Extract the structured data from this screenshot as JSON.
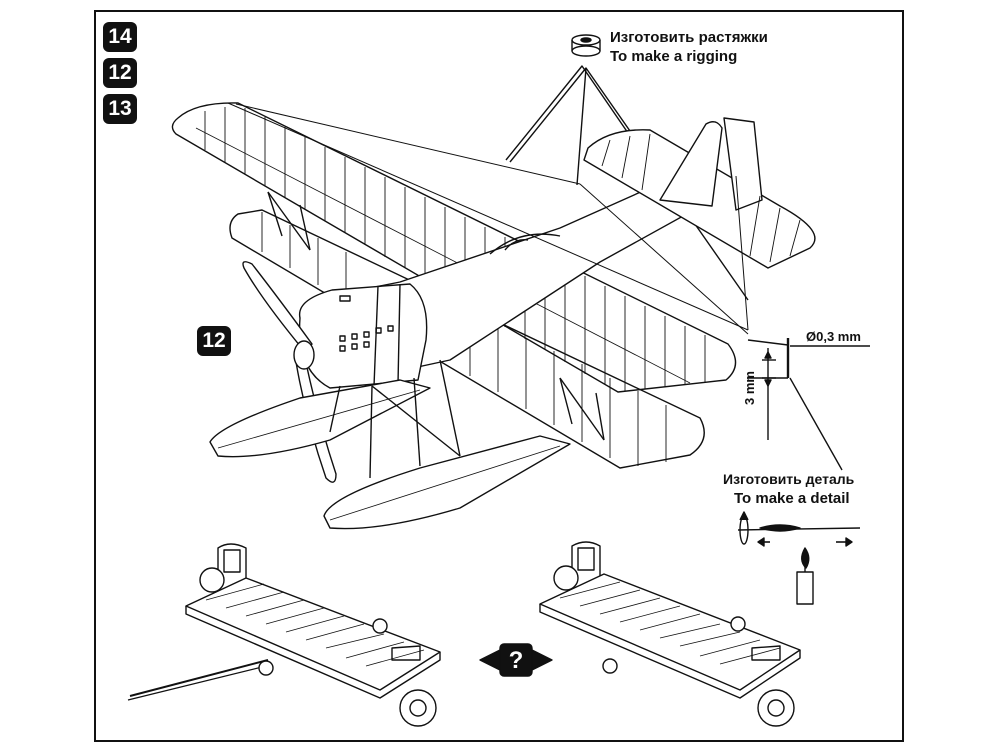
{
  "step_numbers": [
    "14",
    "12",
    "13"
  ],
  "callout_step": "12",
  "rigging": {
    "label_ru": "Изготовить растяжки",
    "label_en": "To make a rigging"
  },
  "detail": {
    "label_ru": "Изготовить деталь",
    "label_en": "To make a detail",
    "diameter": "Ø0,3 mm",
    "length": "3 mm"
  },
  "alternative_symbol": "?",
  "colors": {
    "ink": "#111111",
    "paper": "#ffffff",
    "flame": "#111111"
  }
}
